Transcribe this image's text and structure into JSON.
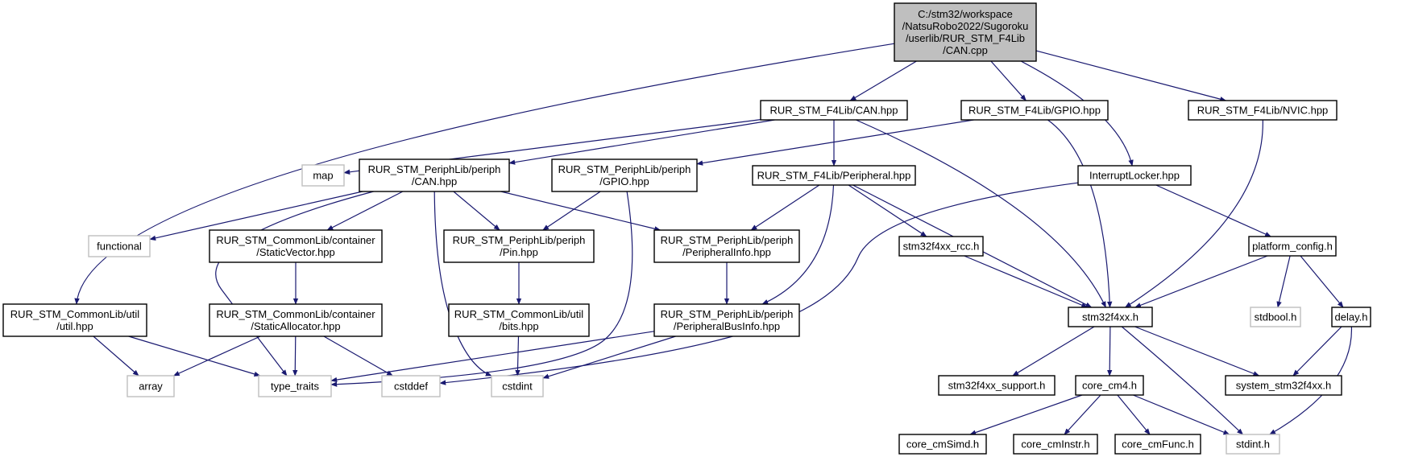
{
  "graph": {
    "colors": {
      "edge": "#191970",
      "main_fill": "#bfbfbf",
      "node_border": "#000000",
      "system_border": "#bfbfbf"
    },
    "nodes": [
      {
        "id": "can_cpp",
        "kind": "main",
        "lines": [
          "C:/stm32/workspace",
          "/NatsuRobo2022/Sugoroku",
          "/userlib/RUR_STM_F4Lib",
          "/CAN.cpp"
        ]
      },
      {
        "id": "f4_can_hpp",
        "kind": "doc",
        "lines": [
          "RUR_STM_F4Lib/CAN.hpp"
        ]
      },
      {
        "id": "f4_gpio_hpp",
        "kind": "doc",
        "lines": [
          "RUR_STM_F4Lib/GPIO.hpp"
        ]
      },
      {
        "id": "f4_nvic_hpp",
        "kind": "doc",
        "lines": [
          "RUR_STM_F4Lib/NVIC.hpp"
        ]
      },
      {
        "id": "map",
        "kind": "sys",
        "lines": [
          "map"
        ]
      },
      {
        "id": "periph_can_hpp",
        "kind": "doc",
        "lines": [
          "RUR_STM_PeriphLib/periph",
          "/CAN.hpp"
        ]
      },
      {
        "id": "periph_gpio_hpp",
        "kind": "doc",
        "lines": [
          "RUR_STM_PeriphLib/periph",
          "/GPIO.hpp"
        ]
      },
      {
        "id": "f4_peripheral_hpp",
        "kind": "doc",
        "lines": [
          "RUR_STM_F4Lib/Peripheral.hpp"
        ]
      },
      {
        "id": "interruptlocker_hpp",
        "kind": "doc",
        "lines": [
          "InterruptLocker.hpp"
        ]
      },
      {
        "id": "functional",
        "kind": "sys",
        "lines": [
          "functional"
        ]
      },
      {
        "id": "staticvector_hpp",
        "kind": "doc",
        "lines": [
          "RUR_STM_CommonLib/container",
          "/StaticVector.hpp"
        ]
      },
      {
        "id": "pin_hpp",
        "kind": "doc",
        "lines": [
          "RUR_STM_PeriphLib/periph",
          "/Pin.hpp"
        ]
      },
      {
        "id": "peripheralinfo_hpp",
        "kind": "doc",
        "lines": [
          "RUR_STM_PeriphLib/periph",
          "/PeripheralInfo.hpp"
        ]
      },
      {
        "id": "stm32f4xx_rcc_h",
        "kind": "doc",
        "lines": [
          "stm32f4xx_rcc.h"
        ]
      },
      {
        "id": "platform_config_h",
        "kind": "doc",
        "lines": [
          "platform_config.h"
        ]
      },
      {
        "id": "util_hpp",
        "kind": "doc",
        "lines": [
          "RUR_STM_CommonLib/util",
          "/util.hpp"
        ]
      },
      {
        "id": "staticallocator_hpp",
        "kind": "doc",
        "lines": [
          "RUR_STM_CommonLib/container",
          "/StaticAllocator.hpp"
        ]
      },
      {
        "id": "bits_hpp",
        "kind": "doc",
        "lines": [
          "RUR_STM_CommonLib/util",
          "/bits.hpp"
        ]
      },
      {
        "id": "peripheralbusinfo_hpp",
        "kind": "doc",
        "lines": [
          "RUR_STM_PeriphLib/periph",
          "/PeripheralBusInfo.hpp"
        ]
      },
      {
        "id": "stm32f4xx_h",
        "kind": "doc",
        "lines": [
          "stm32f4xx.h"
        ]
      },
      {
        "id": "stdbool_h",
        "kind": "sys",
        "lines": [
          "stdbool.h"
        ]
      },
      {
        "id": "delay_h",
        "kind": "doc",
        "lines": [
          "delay.h"
        ]
      },
      {
        "id": "array",
        "kind": "sys",
        "lines": [
          "array"
        ]
      },
      {
        "id": "type_traits",
        "kind": "sys",
        "lines": [
          "type_traits"
        ]
      },
      {
        "id": "cstddef",
        "kind": "sys",
        "lines": [
          "cstddef"
        ]
      },
      {
        "id": "cstdint",
        "kind": "sys",
        "lines": [
          "cstdint"
        ]
      },
      {
        "id": "stm32f4xx_support_h",
        "kind": "doc",
        "lines": [
          "stm32f4xx_support.h"
        ]
      },
      {
        "id": "core_cm4_h",
        "kind": "doc",
        "lines": [
          "core_cm4.h"
        ]
      },
      {
        "id": "system_stm32f4xx_h",
        "kind": "doc",
        "lines": [
          "system_stm32f4xx.h"
        ]
      },
      {
        "id": "core_cmsimd_h",
        "kind": "doc",
        "lines": [
          "core_cmSimd.h"
        ]
      },
      {
        "id": "core_cminstr_h",
        "kind": "doc",
        "lines": [
          "core_cmInstr.h"
        ]
      },
      {
        "id": "core_cmfunc_h",
        "kind": "doc",
        "lines": [
          "core_cmFunc.h"
        ]
      },
      {
        "id": "stdint_h",
        "kind": "sys",
        "lines": [
          "stdint.h"
        ]
      }
    ],
    "edges": [
      [
        "can_cpp",
        "util_hpp"
      ],
      [
        "can_cpp",
        "f4_can_hpp"
      ],
      [
        "can_cpp",
        "f4_gpio_hpp"
      ],
      [
        "can_cpp",
        "interruptlocker_hpp"
      ],
      [
        "can_cpp",
        "f4_nvic_hpp"
      ],
      [
        "f4_can_hpp",
        "map"
      ],
      [
        "f4_can_hpp",
        "periph_can_hpp"
      ],
      [
        "f4_can_hpp",
        "f4_peripheral_hpp"
      ],
      [
        "f4_can_hpp",
        "stm32f4xx_h"
      ],
      [
        "f4_gpio_hpp",
        "periph_gpio_hpp"
      ],
      [
        "f4_gpio_hpp",
        "stm32f4xx_h"
      ],
      [
        "f4_nvic_hpp",
        "stm32f4xx_h"
      ],
      [
        "periph_can_hpp",
        "functional"
      ],
      [
        "periph_can_hpp",
        "staticvector_hpp"
      ],
      [
        "periph_can_hpp",
        "pin_hpp"
      ],
      [
        "periph_can_hpp",
        "peripheralinfo_hpp"
      ],
      [
        "periph_can_hpp",
        "type_traits"
      ],
      [
        "periph_can_hpp",
        "cstdint"
      ],
      [
        "periph_gpio_hpp",
        "pin_hpp"
      ],
      [
        "periph_gpio_hpp",
        "type_traits"
      ],
      [
        "f4_peripheral_hpp",
        "peripheralinfo_hpp"
      ],
      [
        "f4_peripheral_hpp",
        "peripheralbusinfo_hpp"
      ],
      [
        "f4_peripheral_hpp",
        "stm32f4xx_rcc_h"
      ],
      [
        "f4_peripheral_hpp",
        "stm32f4xx_h"
      ],
      [
        "interruptlocker_hpp",
        "cstddef"
      ],
      [
        "interruptlocker_hpp",
        "platform_config_h"
      ],
      [
        "staticvector_hpp",
        "staticallocator_hpp"
      ],
      [
        "pin_hpp",
        "bits_hpp"
      ],
      [
        "peripheralinfo_hpp",
        "peripheralbusinfo_hpp"
      ],
      [
        "stm32f4xx_rcc_h",
        "stm32f4xx_h"
      ],
      [
        "platform_config_h",
        "stm32f4xx_h"
      ],
      [
        "platform_config_h",
        "stdbool_h"
      ],
      [
        "platform_config_h",
        "delay_h"
      ],
      [
        "util_hpp",
        "array"
      ],
      [
        "util_hpp",
        "type_traits"
      ],
      [
        "staticallocator_hpp",
        "array"
      ],
      [
        "staticallocator_hpp",
        "type_traits"
      ],
      [
        "staticallocator_hpp",
        "cstddef"
      ],
      [
        "bits_hpp",
        "cstdint"
      ],
      [
        "peripheralbusinfo_hpp",
        "type_traits"
      ],
      [
        "peripheralbusinfo_hpp",
        "cstdint"
      ],
      [
        "stm32f4xx_h",
        "stm32f4xx_support_h"
      ],
      [
        "stm32f4xx_h",
        "core_cm4_h"
      ],
      [
        "stm32f4xx_h",
        "system_stm32f4xx_h"
      ],
      [
        "stm32f4xx_h",
        "stdint_h"
      ],
      [
        "delay_h",
        "system_stm32f4xx_h"
      ],
      [
        "delay_h",
        "stdint_h"
      ],
      [
        "core_cm4_h",
        "core_cmsimd_h"
      ],
      [
        "core_cm4_h",
        "core_cminstr_h"
      ],
      [
        "core_cm4_h",
        "core_cmfunc_h"
      ],
      [
        "core_cm4_h",
        "stdint_h"
      ]
    ]
  }
}
